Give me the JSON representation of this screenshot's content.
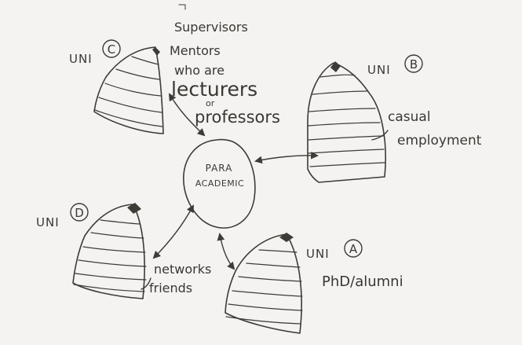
{
  "center": {
    "line1": "PARA",
    "line2": "ACADEMIC"
  },
  "uni_c": {
    "letter": "C",
    "prefix": "UNI",
    "label_lines": [
      "Supervisors",
      "Mentors",
      "who are",
      "lecturers",
      "or",
      "professors"
    ]
  },
  "uni_b": {
    "letter": "B",
    "prefix": "UNI",
    "label_lines": [
      "casual",
      "employment"
    ]
  },
  "uni_d": {
    "letter": "D",
    "prefix": "UNI",
    "label_lines": [
      "networks",
      "friends"
    ]
  },
  "uni_a": {
    "letter": "A",
    "prefix": "UNI",
    "label_lines": [
      "PhD/alumni"
    ]
  },
  "colors": {
    "paper": "#f4f3f1",
    "ink": "#3e3a36"
  }
}
